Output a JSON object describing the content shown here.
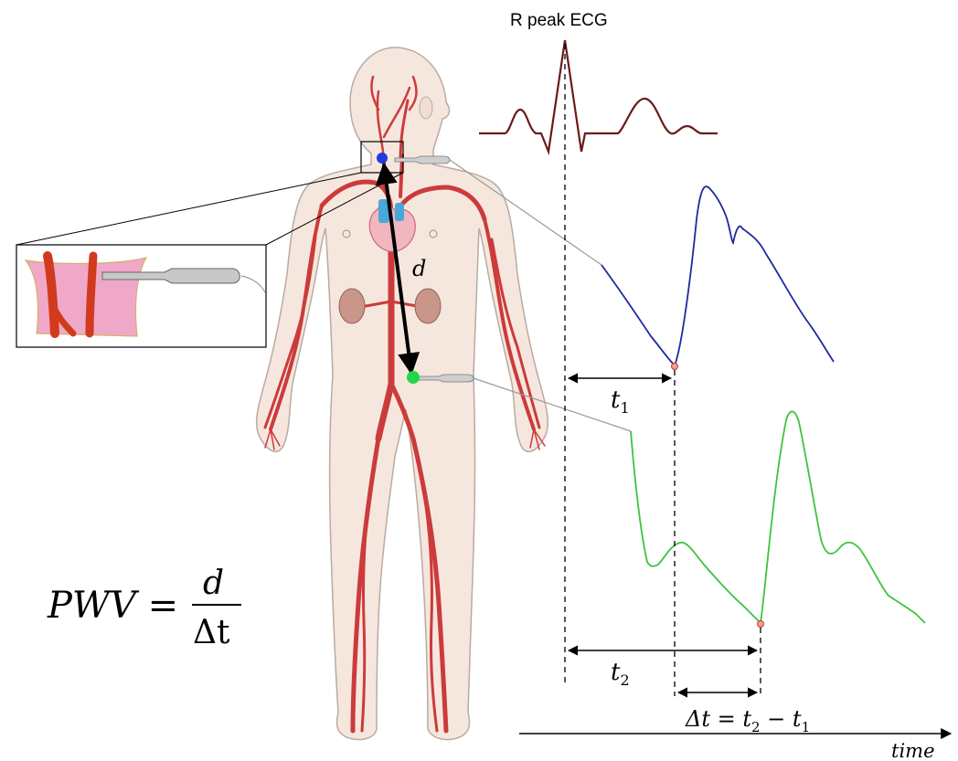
{
  "labels": {
    "ecg_title": "R peak ECG",
    "distance": "d",
    "t1_base": "t",
    "t1_sub": "1",
    "t2_base": "t",
    "t2_sub": "2",
    "delta_eq_prefix": "Δt = t",
    "delta_eq_sub2": "2",
    "delta_eq_mid": " − t",
    "delta_eq_sub1": "1",
    "time_axis": "time",
    "formula_lhs": "PWV =",
    "formula_num": "d",
    "formula_den": "Δt"
  },
  "colors": {
    "ecg": "#6b1a1a",
    "carotid_wave": "#1f2a9c",
    "femoral_wave": "#3cc43c",
    "artery": "#cc3b3b",
    "skin": "#f6e7de",
    "carotid_site": "#1e3ce0",
    "femoral_site": "#22d64a"
  },
  "icons": [
    "human-body-illustration",
    "carotid-inset-illustration",
    "probe-icon"
  ]
}
